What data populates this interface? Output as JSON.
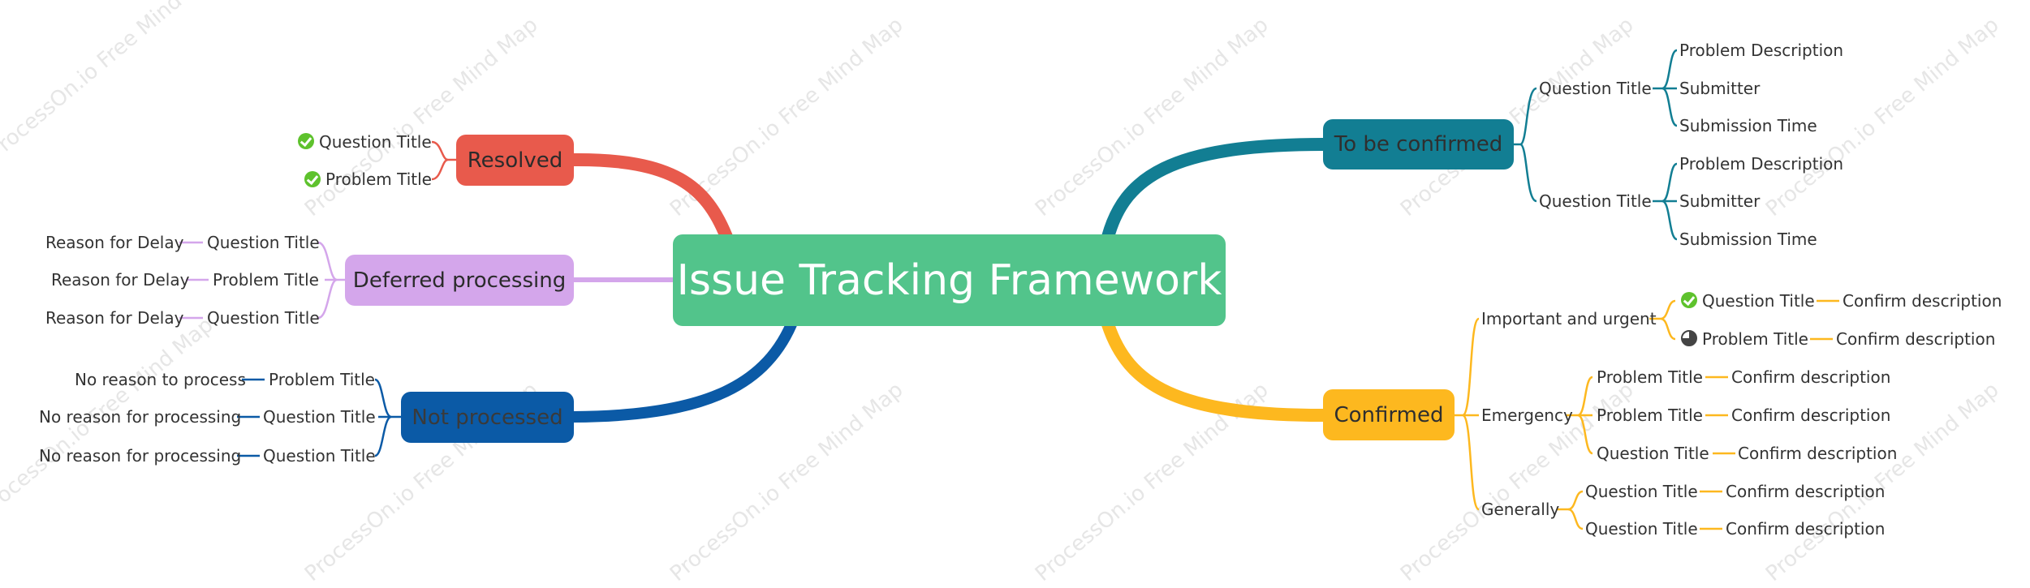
{
  "watermark": "ProcessOn.io Free Mind Map",
  "root": {
    "label": "Issue Tracking Framework",
    "color": "#52c48b"
  },
  "colors": {
    "resolved": "#e85a4c",
    "deferred": "#d4a6eb",
    "not_processed": "#0b5aa6",
    "to_be_confirmed": "#127e93",
    "confirmed": "#fdb81f"
  },
  "left": {
    "resolved": {
      "label": "Resolved",
      "children": [
        {
          "label": "Question Title",
          "icon": "check-circle-icon"
        },
        {
          "label": "Problem Title",
          "icon": "check-circle-icon"
        }
      ]
    },
    "deferred": {
      "label": "Deferred processing",
      "children": [
        {
          "label": "Question Title",
          "detail": "Reason for Delay"
        },
        {
          "label": "Problem Title",
          "detail": "Reason for Delay"
        },
        {
          "label": "Question Title",
          "detail": "Reason for Delay"
        }
      ]
    },
    "not_processed": {
      "label": "Not processed",
      "children": [
        {
          "label": "Problem Title",
          "detail": "No reason to process"
        },
        {
          "label": "Question Title",
          "detail": "No reason for processing"
        },
        {
          "label": "Question Title",
          "detail": "No reason for processing"
        }
      ]
    }
  },
  "right": {
    "to_be_confirmed": {
      "label": "To be confirmed",
      "groups": [
        {
          "label": "Question Title",
          "items": [
            "Problem Description",
            "Submitter",
            "Submission Time"
          ]
        },
        {
          "label": "Question Title",
          "items": [
            "Problem Description",
            "Submitter",
            "Submission Time"
          ]
        }
      ]
    },
    "confirmed": {
      "label": "Confirmed",
      "groups": [
        {
          "label": "Important and urgent",
          "items": [
            {
              "label": "Question Title",
              "detail": "Confirm description",
              "icon": "check-circle-icon"
            },
            {
              "label": "Problem Title",
              "detail": "Confirm description",
              "icon": "progress-pie-icon"
            }
          ]
        },
        {
          "label": "Emergency",
          "items": [
            {
              "label": "Problem Title",
              "detail": "Confirm description"
            },
            {
              "label": "Problem Title",
              "detail": "Confirm description"
            },
            {
              "label": "Question Title",
              "detail": "Confirm description"
            }
          ]
        },
        {
          "label": "Generally",
          "items": [
            {
              "label": "Question Title",
              "detail": "Confirm description"
            },
            {
              "label": "Question Title",
              "detail": "Confirm description"
            }
          ]
        }
      ]
    }
  }
}
